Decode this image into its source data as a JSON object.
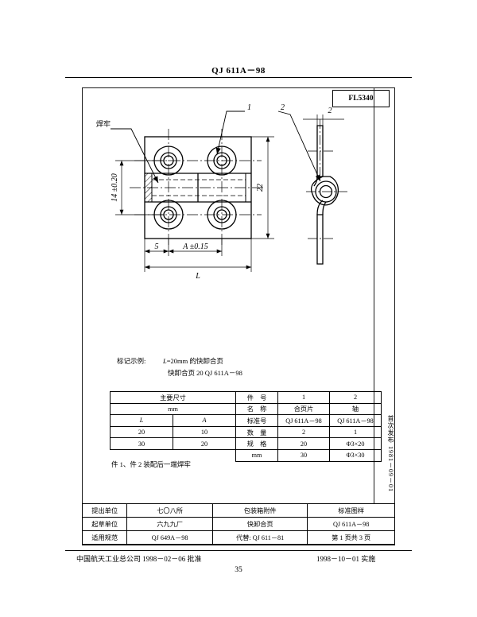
{
  "header": {
    "standard_no": "QJ 611A－98"
  },
  "drawing": {
    "fl_code": "FL5340",
    "labels": {
      "weld": "焊牢",
      "part1": "1",
      "part2": "2"
    },
    "dimensions": {
      "height_22": "22",
      "thickness_2": "2",
      "hole_spacing": "14 ±0.20",
      "edge_5": "5",
      "center_A": "A ±0.15",
      "length_L": "L"
    }
  },
  "marking": {
    "label": "标记示例:",
    "line1_prefix": "L",
    "line1_rest": "=20mm 的快卸合页",
    "line2": "快卸合页 20   QJ 611A－98"
  },
  "dim_table": {
    "title_line1": "主要尺寸",
    "title_line2": "mm",
    "col_L": "L",
    "col_A": "A",
    "rows": [
      {
        "L": "20",
        "A": "10"
      },
      {
        "L": "30",
        "A": "20"
      }
    ]
  },
  "part_table": {
    "rows": [
      {
        "head": "件　号",
        "v1": "1",
        "v2": "2"
      },
      {
        "head": "名　称",
        "v1": "合页片",
        "v2": "轴"
      },
      {
        "head": "标准号",
        "v1": "QJ 611A－98",
        "v2": "QJ 611A－98"
      },
      {
        "head": "数　量",
        "v1": "2",
        "v2": "1"
      },
      {
        "head": "规　格",
        "v1": "20",
        "v2": "Φ3×20"
      },
      {
        "head": "mm",
        "v1": "30",
        "v2": "Φ3×30"
      }
    ]
  },
  "note": "件 1、件 2 装配后一端焊牢",
  "side_note_vertical": "首次发布  1981－09－01",
  "title_block": {
    "rows": [
      {
        "label": "提出单位",
        "value": "七〇八所",
        "mid": "包装箱附件",
        "right": "标准图样"
      },
      {
        "label": "起草单位",
        "value": "六九九厂",
        "mid": "快卸合页",
        "right": "QJ 611A－98"
      },
      {
        "label": "适用规范",
        "value": "QJ 649A－98",
        "mid": "代替: QJ 611－81",
        "right": "第 1 页共 3 页"
      }
    ]
  },
  "footer": {
    "left": "中国航天工业总公司 1998－02－06 批准",
    "right": "1998－10－01 实施",
    "page_number": "35"
  },
  "colors": {
    "ink": "#000000",
    "frame": "#1a1a1a"
  }
}
